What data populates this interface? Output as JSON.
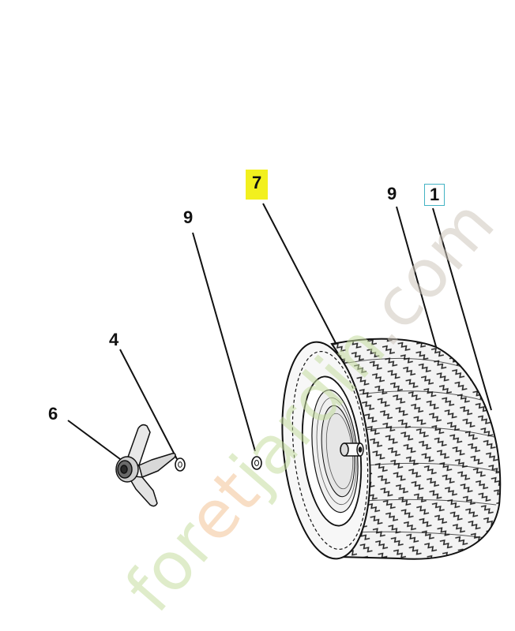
{
  "callouts": {
    "c7": "7",
    "c1": "1",
    "c9_left": "9",
    "c9_right": "9",
    "c4": "4",
    "c6": "6"
  },
  "watermark": {
    "text": "foretjardin.com",
    "colors": {
      "green": "#c5dda0",
      "orange": "#f3c497",
      "gray": "#cfc7bd"
    }
  },
  "colors": {
    "highlight": "#f2f01e",
    "box_border": "#43b3c4",
    "line": "#111111"
  }
}
